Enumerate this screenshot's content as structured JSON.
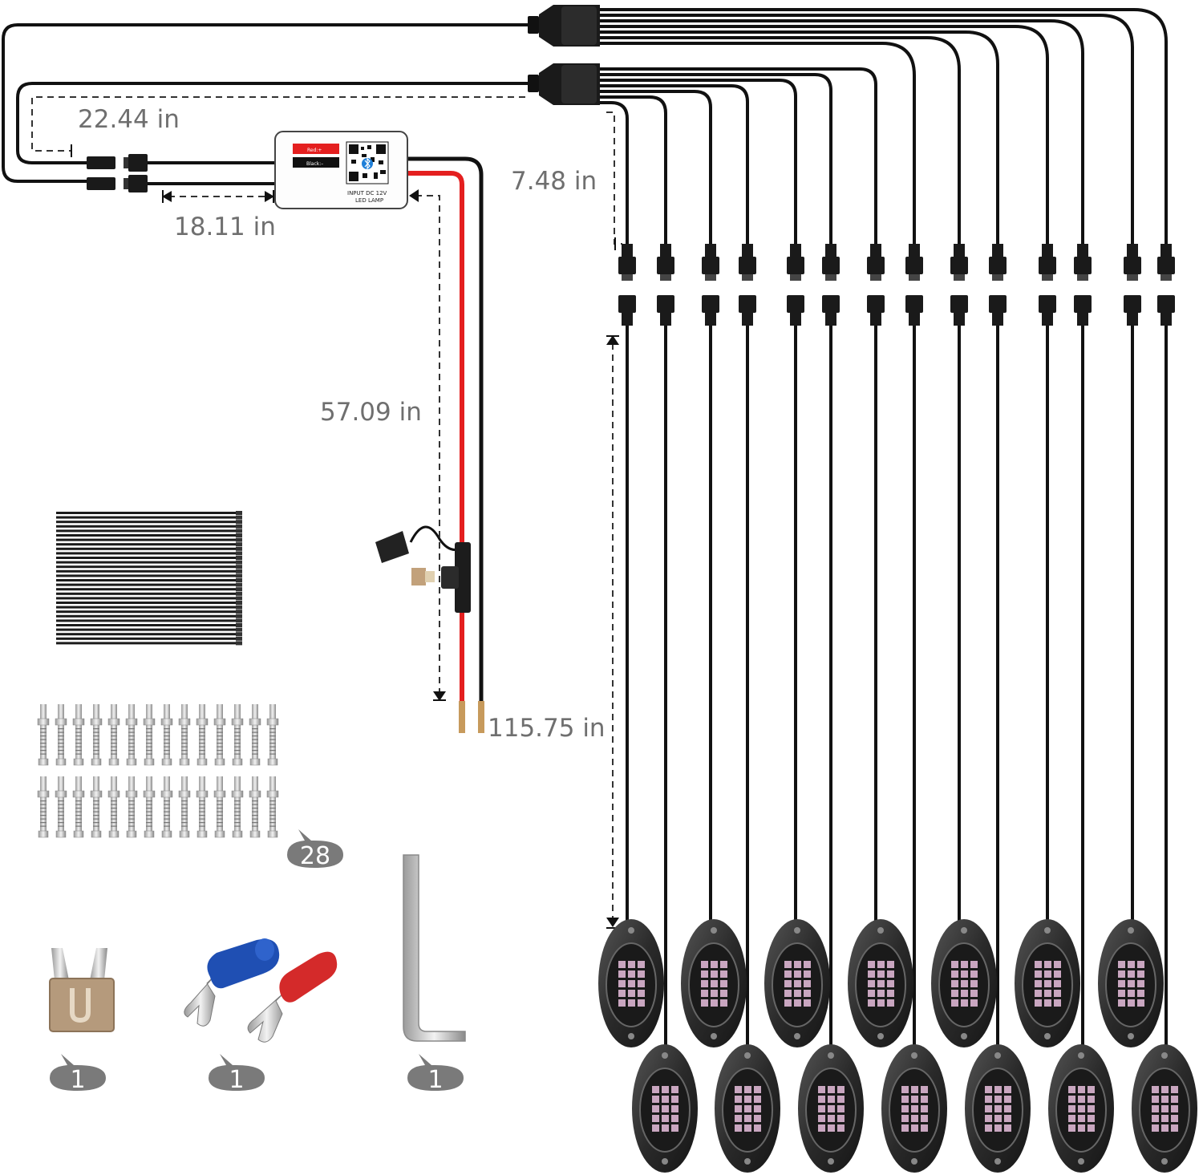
{
  "dimensions": {
    "hub_to_controller": "22.44 in",
    "controller_leads": "18.11 in",
    "power_cable": "57.09 in",
    "hub_branch": "7.48 in",
    "pod_cable": "115.75 in"
  },
  "controller": {
    "red_label": "Red:+",
    "black_label": "Black:–",
    "input_label": "INPUT DC 12V",
    "name_label": "LED LAMP",
    "qr_icon": "qr-code-icon",
    "bluetooth_icon": "bluetooth-icon"
  },
  "quantities": {
    "screws": "28",
    "fuse": "1",
    "terminals": "1",
    "hex_key": "1"
  },
  "colors": {
    "wire_black": "#111111",
    "wire_red": "#e41f1f",
    "badge": "#7a7a7a",
    "dimension_text": "#6f6f6f",
    "terminal_blue": "#1f4fb3",
    "terminal_red": "#d42a2a",
    "fuse_body": "#b59a7c",
    "led_cell": "#c9a6c0"
  },
  "components": {
    "rock_light_pods": 14,
    "hub_splitters": 2,
    "hub_outputs_per_splitter": 7
  }
}
